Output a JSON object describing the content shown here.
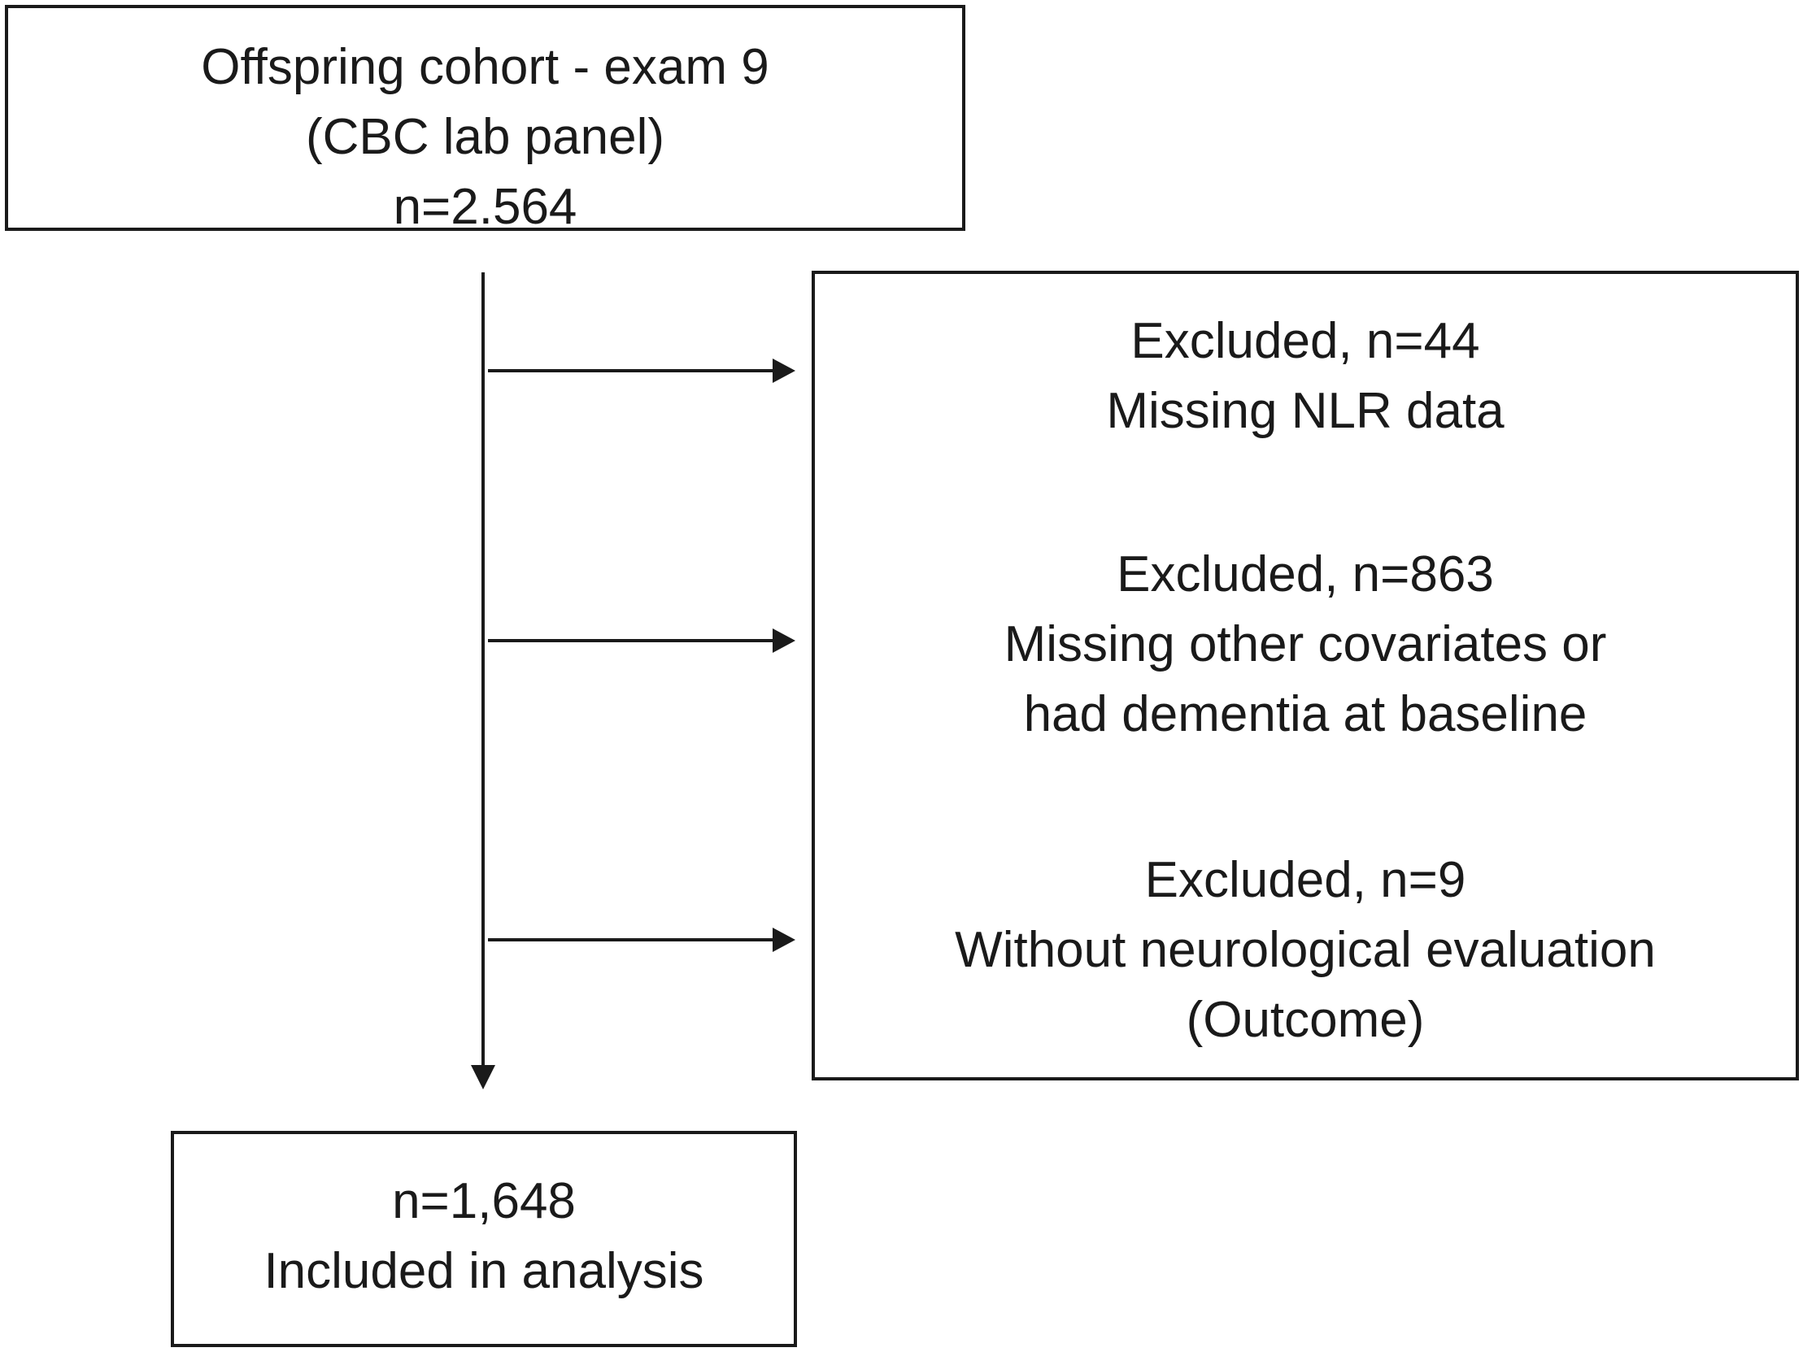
{
  "top_box": {
    "lines": [
      "Offspring cohort - exam 9",
      "(CBC lab panel)",
      "n=2.564"
    ]
  },
  "exclusions": [
    {
      "lines": [
        "Excluded, n=44",
        "Missing NLR data"
      ]
    },
    {
      "lines": [
        "Excluded, n=863",
        "Missing other covariates or",
        "had dementia at baseline"
      ]
    },
    {
      "lines": [
        "Excluded, n=9",
        "Without neurological evaluation",
        "(Outcome)"
      ]
    }
  ],
  "bottom_box": {
    "lines": [
      "n=1,648",
      "Included in analysis"
    ]
  }
}
